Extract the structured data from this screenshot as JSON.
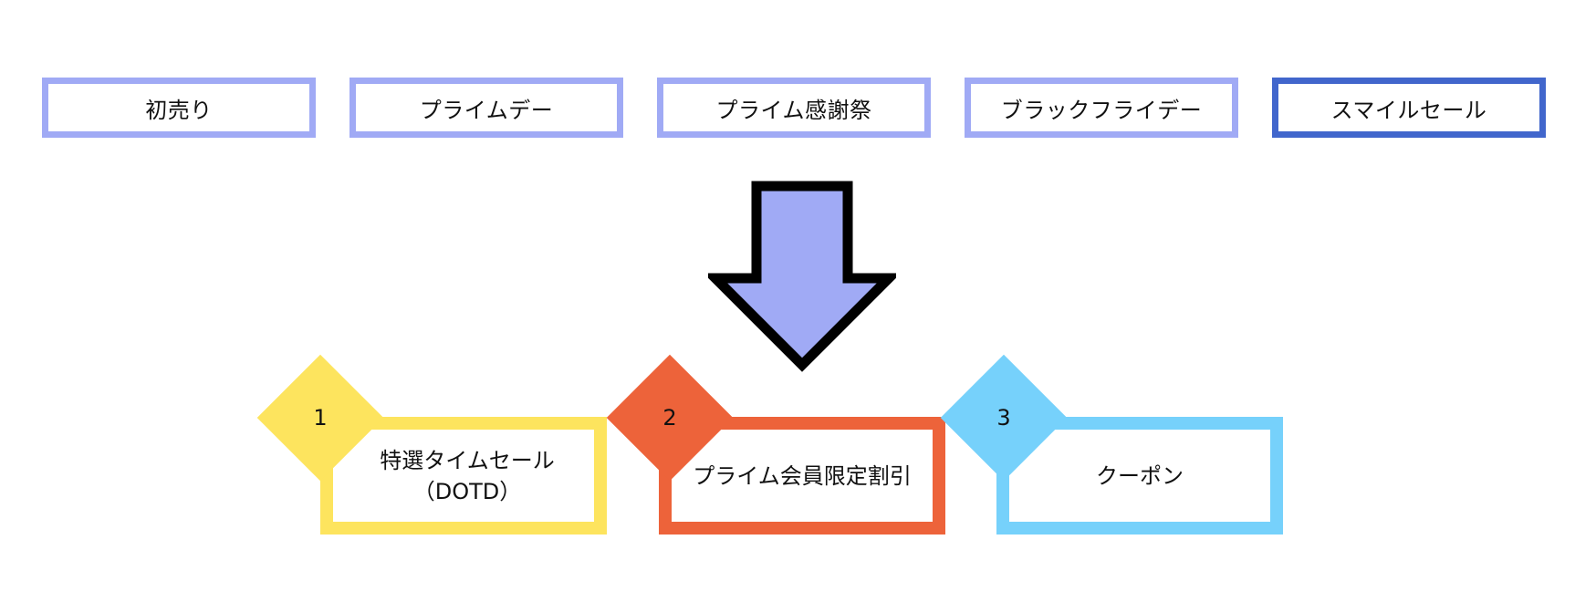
{
  "events": [
    {
      "label": "初売り",
      "highlighted": false
    },
    {
      "label": "プライムデー",
      "highlighted": false
    },
    {
      "label": "プライム感謝祭",
      "highlighted": false
    },
    {
      "label": "ブラックフライデー",
      "highlighted": false
    },
    {
      "label": "スマイルセール",
      "highlighted": true
    }
  ],
  "methods": [
    {
      "number": "1",
      "label": "特選タイムセール\n（DOTD）",
      "color": "#fde45e"
    },
    {
      "number": "2",
      "label": "プライム会員限定割引",
      "color": "#ed633a"
    },
    {
      "number": "3",
      "label": "クーポン",
      "color": "#76d1fb"
    }
  ],
  "colors": {
    "event_border": "#a0aaf5",
    "event_border_highlight": "#4166cc",
    "arrow_fill": "#a0aaf5",
    "arrow_stroke": "#000000"
  },
  "arrow_icon": "down-arrow-icon"
}
